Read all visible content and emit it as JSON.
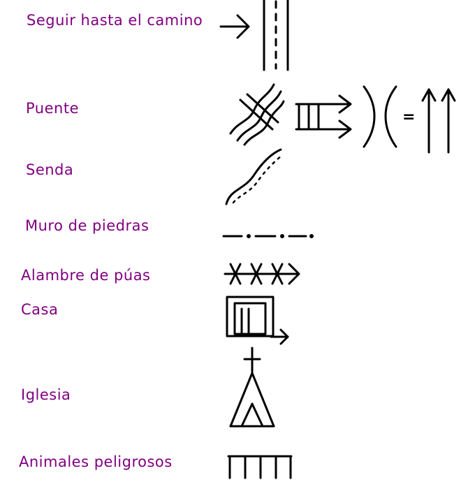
{
  "legend": [
    {
      "id": "seguir-camino",
      "label": "Seguir hasta el camino"
    },
    {
      "id": "puente",
      "label": "Puente",
      "extra_symbol": "="
    },
    {
      "id": "senda",
      "label": "Senda"
    },
    {
      "id": "muro-piedras",
      "label": "Muro de piedras"
    },
    {
      "id": "alambre-puas",
      "label": "Alambre de púas"
    },
    {
      "id": "casa",
      "label": "Casa"
    },
    {
      "id": "iglesia",
      "label": "Iglesia"
    },
    {
      "id": "animales-peligrosos",
      "label": "Animales peligrosos"
    }
  ],
  "colors": {
    "label": "#800080",
    "symbol": "#000000",
    "background": "#ffffff"
  }
}
